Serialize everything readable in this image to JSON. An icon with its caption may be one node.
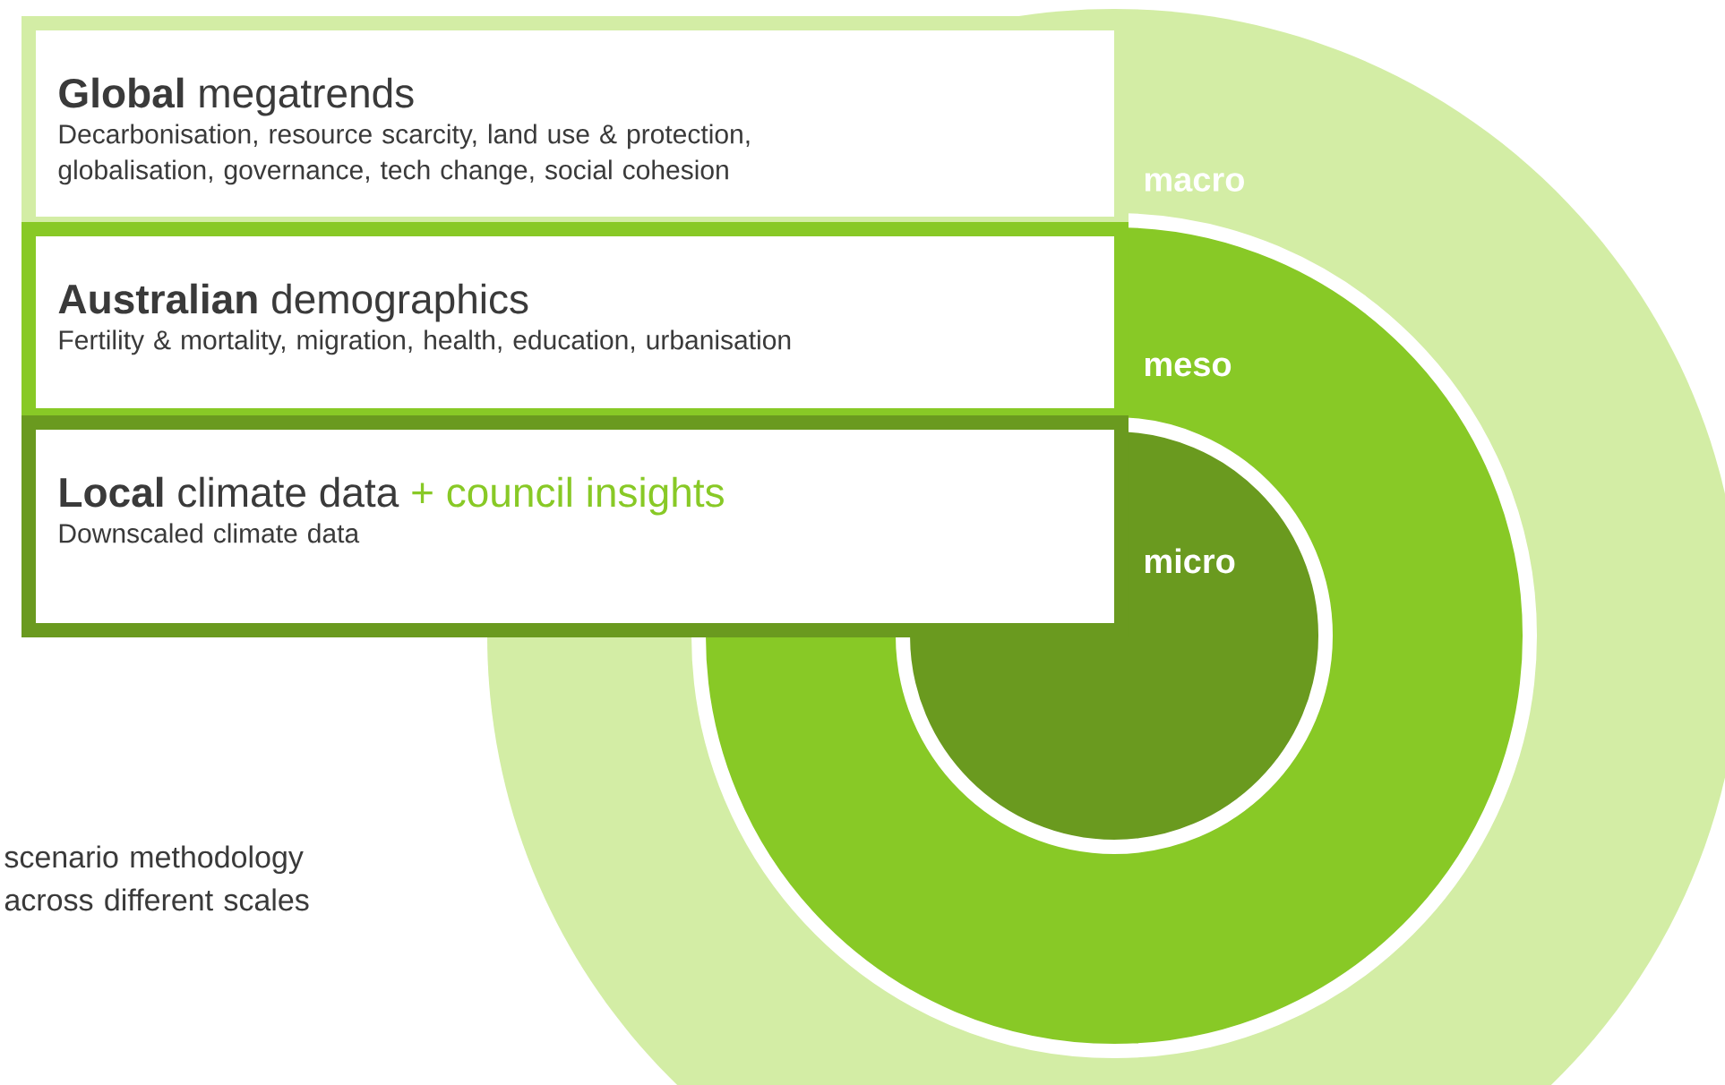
{
  "diagram": {
    "nodes": [
      {
        "text": [
          "**Global** megatrends",
          "Decarbonisation, resource scarcity, land use & protection, globalisation, governance, tech change, social cohesion"
        ]
      },
      {
        "text": [
          "**Australian** demographics",
          "Fertility & mortality, migration, health, education, urbanisation"
        ]
      },
      {
        "text": [
          "**Local** climate data",
          "+ council insights",
          "Downscaled climate data"
        ]
      },
      {
        "text": [
          "macro"
        ]
      },
      {
        "text": [
          "meso"
        ],
        "in": 3
      },
      {
        "text": [
          "micro"
        ],
        "in": 4
      }
    ],
    "labels": [
      "scenario methodology across different scales"
    ]
  }
}
